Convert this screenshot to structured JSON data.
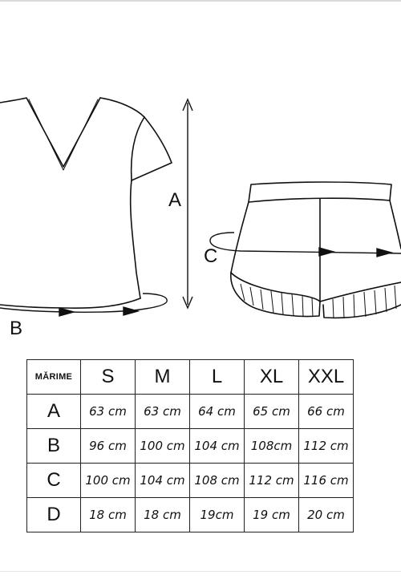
{
  "diagram": {
    "labels": {
      "a": "A",
      "b": "B",
      "c": "C"
    }
  },
  "table": {
    "corner_label": "MĂRIME",
    "sizes": [
      "S",
      "M",
      "L",
      "XL",
      "XXL"
    ],
    "rows": [
      {
        "label": "A",
        "values": [
          "63 cm",
          "63 cm",
          "64 cm",
          "65 cm",
          "66 cm"
        ]
      },
      {
        "label": "B",
        "values": [
          "96 cm",
          "100 cm",
          "104 cm",
          "108cm",
          "112 cm"
        ]
      },
      {
        "label": "C",
        "values": [
          "100 cm",
          "104 cm",
          "108 cm",
          "112 cm",
          "116 cm"
        ]
      },
      {
        "label": "D",
        "values": [
          "18 cm",
          "18 cm",
          "19cm",
          "19 cm",
          "20 cm"
        ]
      }
    ]
  }
}
